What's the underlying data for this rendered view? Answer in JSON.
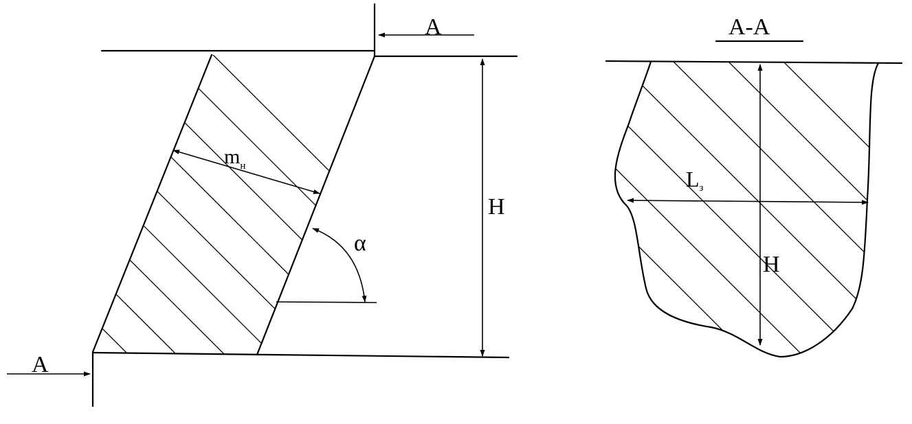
{
  "left_view": {
    "section_mark_top": "A",
    "section_mark_bottom": "A",
    "thickness_label": "m",
    "thickness_subscript": "н",
    "height_label": "H",
    "angle_label": "α"
  },
  "right_view": {
    "section_title": "A-A",
    "length_label": "L",
    "length_subscript": "з",
    "height_label": "H"
  },
  "colors": {
    "line": "#000000",
    "background": "#ffffff"
  }
}
